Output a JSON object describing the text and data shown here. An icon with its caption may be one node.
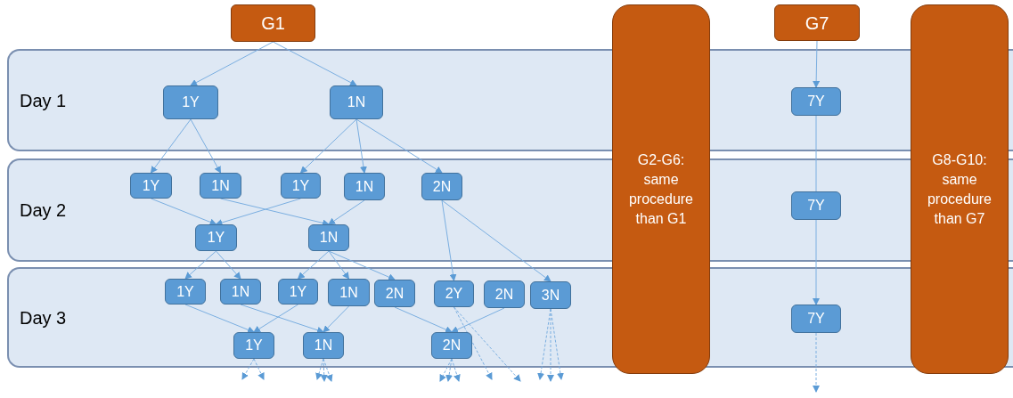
{
  "diagram": {
    "nodes": [
      {
        "text": [
          "G1"
        ]
      },
      {
        "text": [
          "Day 1"
        ]
      },
      {
        "text": [
          "1Y"
        ],
        "in": 1
      },
      {
        "text": [
          "1N"
        ],
        "in": 1
      },
      {
        "text": [
          "Day 2"
        ]
      },
      {
        "text": [
          "1Y"
        ],
        "in": 4
      },
      {
        "text": [
          "1N"
        ],
        "in": 4
      },
      {
        "text": [
          "1Y"
        ],
        "in": 4
      },
      {
        "text": [
          "1N"
        ],
        "in": 4
      },
      {
        "text": [
          "2N"
        ],
        "in": 4
      },
      {
        "text": [
          "1Y"
        ],
        "in": 4
      },
      {
        "text": [
          "1N"
        ],
        "in": 4
      },
      {
        "text": [
          "Day 3"
        ]
      },
      {
        "text": [
          "1Y"
        ],
        "in": 12
      },
      {
        "text": [
          "1N"
        ],
        "in": 12
      },
      {
        "text": [
          "1Y"
        ],
        "in": 12
      },
      {
        "text": [
          "1N"
        ],
        "in": 12
      },
      {
        "text": [
          "2N"
        ],
        "in": 12
      },
      {
        "text": [
          "2Y"
        ],
        "in": 12
      },
      {
        "text": [
          "2N"
        ],
        "in": 12
      },
      {
        "text": [
          "3N"
        ],
        "in": 12
      },
      {
        "text": [
          "1Y"
        ],
        "in": 12
      },
      {
        "text": [
          "1N"
        ],
        "in": 12
      },
      {
        "text": [
          "2N"
        ],
        "in": 12
      },
      {
        "text": [
          "G2-G6: same procedure than G1"
        ]
      },
      {
        "text": [
          "G7"
        ]
      },
      {
        "text": [
          "7Y"
        ],
        "in": 1
      },
      {
        "text": [
          "7Y"
        ],
        "in": 4
      },
      {
        "text": [
          "7Y"
        ],
        "in": 12
      },
      {
        "text": [
          "G8-G10: same procedure than G7"
        ]
      }
    ],
    "edges": [
      {
        "from": 0,
        "to": 2,
        "arrow": "to"
      },
      {
        "from": 0,
        "to": 3,
        "arrow": "to"
      },
      {
        "from": 2,
        "to": 5,
        "arrow": "to"
      },
      {
        "from": 2,
        "to": 6,
        "arrow": "to"
      },
      {
        "from": 3,
        "to": 7,
        "arrow": "to"
      },
      {
        "from": 3,
        "to": 8,
        "arrow": "to"
      },
      {
        "from": 3,
        "to": 9,
        "arrow": "to"
      },
      {
        "from": 5,
        "to": 10,
        "arrow": "to"
      },
      {
        "from": 7,
        "to": 10,
        "arrow": "to"
      },
      {
        "from": 6,
        "to": 11,
        "arrow": "to"
      },
      {
        "from": 8,
        "to": 11,
        "arrow": "to"
      },
      {
        "from": 9,
        "to": 18,
        "arrow": "to"
      },
      {
        "from": 9,
        "to": 20,
        "arrow": "to"
      },
      {
        "from": 10,
        "to": 13,
        "arrow": "to"
      },
      {
        "from": 10,
        "to": 14,
        "arrow": "to"
      },
      {
        "from": 11,
        "to": 15,
        "arrow": "to"
      },
      {
        "from": 11,
        "to": 16,
        "arrow": "to"
      },
      {
        "from": 11,
        "to": 17,
        "arrow": "to"
      },
      {
        "from": 13,
        "to": 21,
        "arrow": "to"
      },
      {
        "from": 15,
        "to": 21,
        "arrow": "to"
      },
      {
        "from": 14,
        "to": 22,
        "arrow": "to"
      },
      {
        "from": 16,
        "to": 22,
        "arrow": "to"
      },
      {
        "from": 17,
        "to": 23,
        "arrow": "to"
      },
      {
        "from": 19,
        "to": 23,
        "arrow": "to"
      },
      {
        "from": 25,
        "to": 26,
        "arrow": "to"
      },
      {
        "from": 26,
        "to": 27,
        "arrow": "none"
      },
      {
        "from": 27,
        "to": 28,
        "arrow": "to"
      },
      {
        "from": 21,
        "to": null,
        "arrow": "to",
        "style": "dashed"
      },
      {
        "from": 21,
        "to": null,
        "arrow": "to",
        "style": "dashed"
      },
      {
        "from": 22,
        "to": null,
        "arrow": "to",
        "style": "dashed"
      },
      {
        "from": 22,
        "to": null,
        "arrow": "to",
        "style": "dashed"
      },
      {
        "from": 22,
        "to": null,
        "arrow": "to",
        "style": "dashed"
      },
      {
        "from": 23,
        "to": null,
        "arrow": "to",
        "style": "dashed"
      },
      {
        "from": 23,
        "to": null,
        "arrow": "to",
        "style": "dashed"
      },
      {
        "from": 23,
        "to": null,
        "arrow": "to",
        "style": "dashed"
      },
      {
        "from": 18,
        "to": null,
        "arrow": "to",
        "style": "dashed"
      },
      {
        "from": 18,
        "to": null,
        "arrow": "to",
        "style": "dashed"
      },
      {
        "from": 20,
        "to": null,
        "arrow": "to",
        "style": "dashed"
      },
      {
        "from": 20,
        "to": null,
        "arrow": "to",
        "style": "dashed"
      },
      {
        "from": 20,
        "to": null,
        "arrow": "to",
        "style": "dashed"
      },
      {
        "from": 28,
        "to": null,
        "arrow": "to",
        "style": "dashed"
      }
    ]
  }
}
